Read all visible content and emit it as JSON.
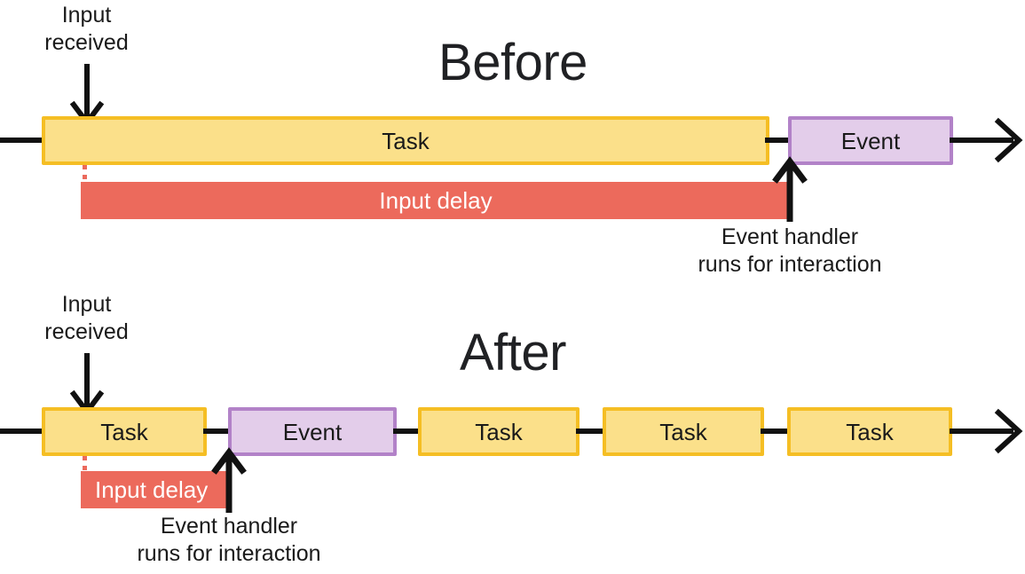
{
  "diagram": {
    "title_semantic": "long-task-vs-yielding-input-delay-comparison",
    "colors": {
      "task_fill": "#FBE08A",
      "task_border": "#F5BE24",
      "event_fill": "#E3CDEA",
      "event_border": "#B282C8",
      "input_delay": "#EC6A5C",
      "line": "#111111",
      "text": "#1a1a1a",
      "background": "#ffffff"
    }
  },
  "before": {
    "heading": "Before",
    "input_label_line1": "Input",
    "input_label_line2": "received",
    "task_label": "Task",
    "event_label": "Event",
    "delay_label": "Input delay",
    "handler_label_line1": "Event handler",
    "handler_label_line2": "runs for interaction"
  },
  "after": {
    "heading": "After",
    "input_label_line1": "Input",
    "input_label_line2": "received",
    "delay_label": "Input delay",
    "handler_label_line1": "Event handler",
    "handler_label_line2": "runs for interaction",
    "blocks": [
      {
        "type": "task",
        "label": "Task"
      },
      {
        "type": "event",
        "label": "Event"
      },
      {
        "type": "task",
        "label": "Task"
      },
      {
        "type": "task",
        "label": "Task"
      },
      {
        "type": "task",
        "label": "Task"
      }
    ]
  }
}
